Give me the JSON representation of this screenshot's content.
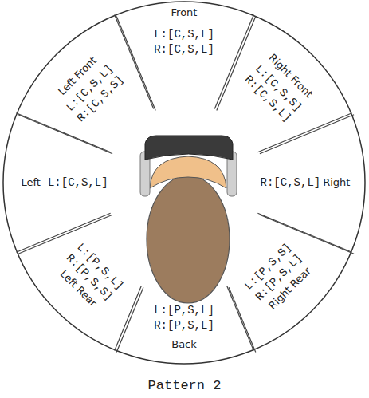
{
  "diagram": {
    "caption": "Pattern 2",
    "nodes": [
      {
        "text": [
          "Front",
          "L:[C,S,L]",
          "R:[C,S,L]"
        ]
      },
      {
        "text": [
          "Right Front",
          "L:[C,S,S]",
          "R:[C,S,L]"
        ]
      },
      {
        "text": [
          "R:[C,S,L]",
          "Right"
        ]
      },
      {
        "text": [
          "L:[P,S,S]",
          "R:[P,S,L]",
          "Right Rear"
        ]
      },
      {
        "text": [
          "L:[P,S,L]",
          "R:[P,S,L]",
          "Back"
        ]
      },
      {
        "text": [
          "L:[P,S,L]",
          "R:[P,S,S]",
          "Left Rear"
        ]
      },
      {
        "text": [
          "Left",
          "L:[C,S,L]"
        ]
      },
      {
        "text": [
          "Left Front",
          "L:[C,S,L]",
          "R:[C,S,S]"
        ]
      }
    ]
  }
}
